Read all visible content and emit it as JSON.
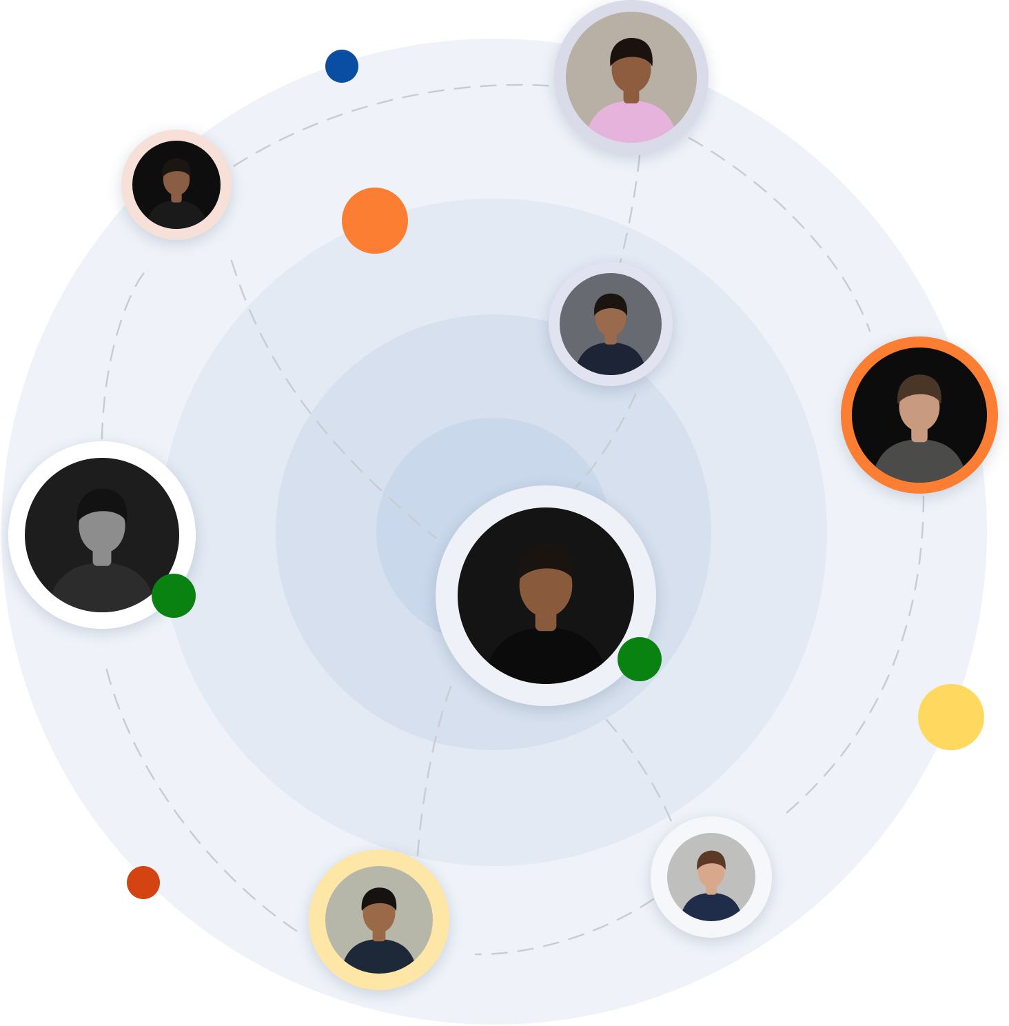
{
  "colors": {
    "ring_outer": "#eff3f9",
    "ring_2": "#e3eaf4",
    "ring_3": "#d6e0ee",
    "ring_inner": "#c9d8ea",
    "connector_dash": "#c9cdd3",
    "dot_blue": "#0a4ea3",
    "dot_orange": "#fb7e32",
    "dot_yellow": "#ffd860",
    "dot_red": "#d44312",
    "status_online": "#0a8212"
  },
  "avatars": [
    {
      "name": "avatar-center-man-black-shirt",
      "ring": "#eef1f8",
      "bg": "#141414",
      "skin": "#8a5a3c",
      "hair": "#1a1410",
      "cloth": "#0b0b0b",
      "online": true
    },
    {
      "name": "avatar-woman-thumbs-up",
      "ring": "#d9dbe8",
      "bg": "#b8b0a4",
      "skin": "#8e5c3f",
      "hair": "#1b1210",
      "cloth": "#e6b3dc",
      "online": false
    },
    {
      "name": "avatar-bearded-man-smiling",
      "ring": "#f6e0d8",
      "bg": "#0e0e0e",
      "skin": "#8a5d45",
      "hair": "#1c1612",
      "cloth": "#1a1a1a",
      "online": false
    },
    {
      "name": "avatar-curly-hair-man-suit",
      "ring": "#e1e3f1",
      "bg": "#676a70",
      "skin": "#9a6a4c",
      "hair": "#1b1410",
      "cloth": "#1c2436",
      "online": false
    },
    {
      "name": "avatar-man-grey-sweater",
      "ring": "#fb7e32",
      "bg": "#0c0c0c",
      "skin": "#c89a80",
      "hair": "#4a3626",
      "cloth": "#4b4b49",
      "online": false
    },
    {
      "name": "avatar-man-glasses-bw",
      "ring": "#ffffff",
      "bg": "#1d1d1d",
      "skin": "#8d8d8d",
      "hair": "#121212",
      "cloth": "#2c2c2c",
      "online": true
    },
    {
      "name": "avatar-young-man-navy-suit",
      "ring": "#fde6a6",
      "bg": "#b7b7a9",
      "skin": "#9a6a48",
      "hair": "#161210",
      "cloth": "#1d2838",
      "online": false
    },
    {
      "name": "avatar-woman-curly-hair",
      "ring": "#f6f7fb",
      "bg": "#bfbfbd",
      "skin": "#d7a88c",
      "hair": "#5a3a26",
      "cloth": "#1f2c4a",
      "online": false
    }
  ]
}
